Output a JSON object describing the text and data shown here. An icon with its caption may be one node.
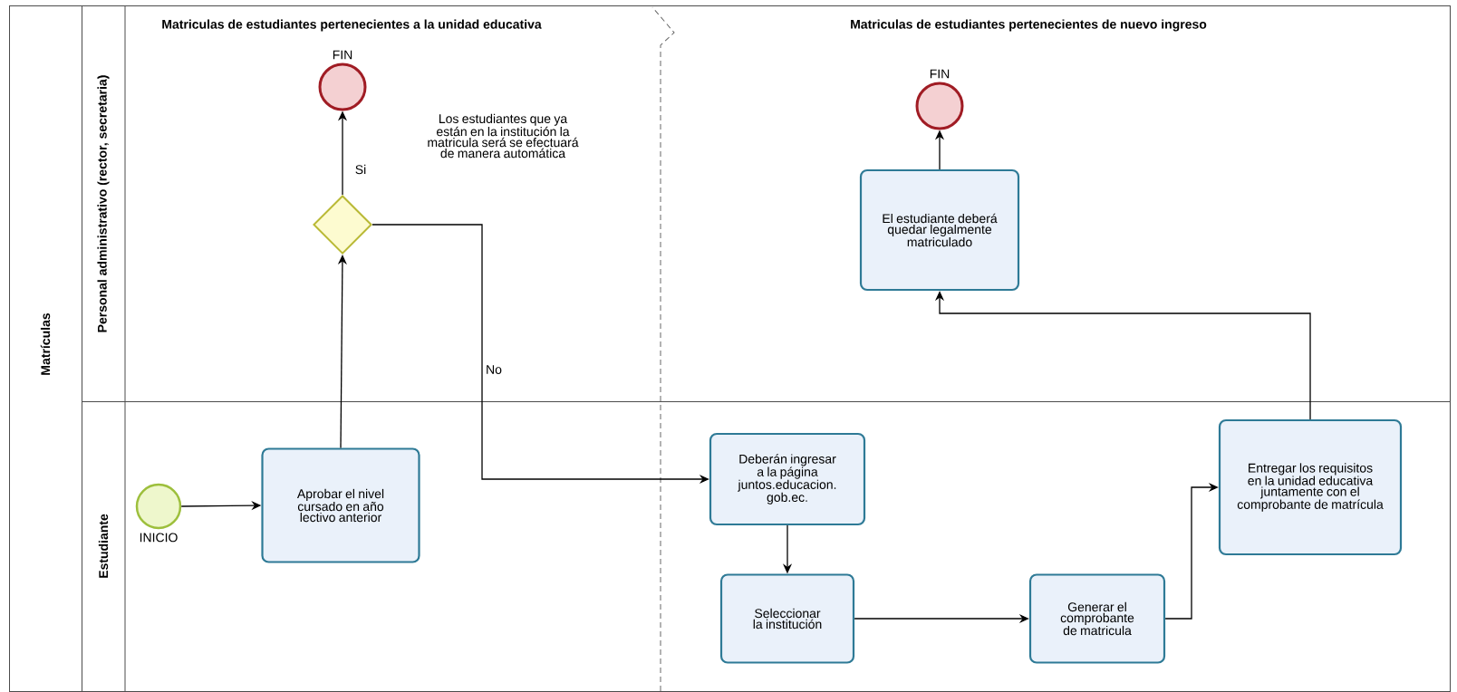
{
  "diagram": {
    "nodes": [
      {
        "text": [
          "Matrículas"
        ]
      },
      {
        "text": [
          "Personal administrativo (rector, secretaria)"
        ],
        "in": 0
      },
      {
        "text": [
          "Estudiante"
        ],
        "in": 0
      },
      {
        "text": [],
        "shape": "circle",
        "beside": [
          "FIN"
        ],
        "in": 1
      },
      {
        "text": [],
        "shape": "diamond",
        "in": 1
      },
      {
        "text": [],
        "shape": "circle",
        "beside": [
          "FIN"
        ],
        "in": 1
      },
      {
        "text": [
          "El estudiante deberá quedar legalmente matriculado"
        ],
        "in": 1
      },
      {
        "text": [],
        "shape": "circle",
        "beside": [
          "INICIO"
        ],
        "in": 2
      },
      {
        "text": [
          "Aprobar el nivel cursado en año lectivo anterior"
        ],
        "in": 2
      },
      {
        "text": [
          "Deberán ingresar a la página juntos.educacion. gob.ec."
        ],
        "in": 2
      },
      {
        "text": [
          "Seleccionar la institución"
        ],
        "in": 2
      },
      {
        "text": [
          "Generar el comprobante de matricula"
        ],
        "in": 2
      },
      {
        "text": [
          "Entregar los requisitos en la unidad educativa juntamente con el comprobante de matrícula"
        ],
        "in": 2
      }
    ],
    "edges": [
      {
        "from": 7,
        "to": 8,
        "arrow": "to"
      },
      {
        "from": 8,
        "to": 4,
        "arrow": "to"
      },
      {
        "from": 4,
        "to": 3,
        "arrow": "to",
        "label": "Si"
      },
      {
        "from": 4,
        "to": 9,
        "arrow": "to",
        "label": "No"
      },
      {
        "from": 9,
        "to": 10,
        "arrow": "to"
      },
      {
        "from": 10,
        "to": 11,
        "arrow": "to"
      },
      {
        "from": 11,
        "to": 12,
        "arrow": "to"
      },
      {
        "from": 12,
        "to": 6,
        "arrow": "to"
      },
      {
        "from": 6,
        "to": 5,
        "arrow": "to"
      }
    ],
    "labels": [
      "Matriculas de estudiantes pertenecientes a la unidad educativa",
      "Matriculas de estudiantes pertenecientes de nuevo ingreso",
      "Los estudiantes que ya están en la institución la matricula será se efectuará de manera automática"
    ]
  }
}
